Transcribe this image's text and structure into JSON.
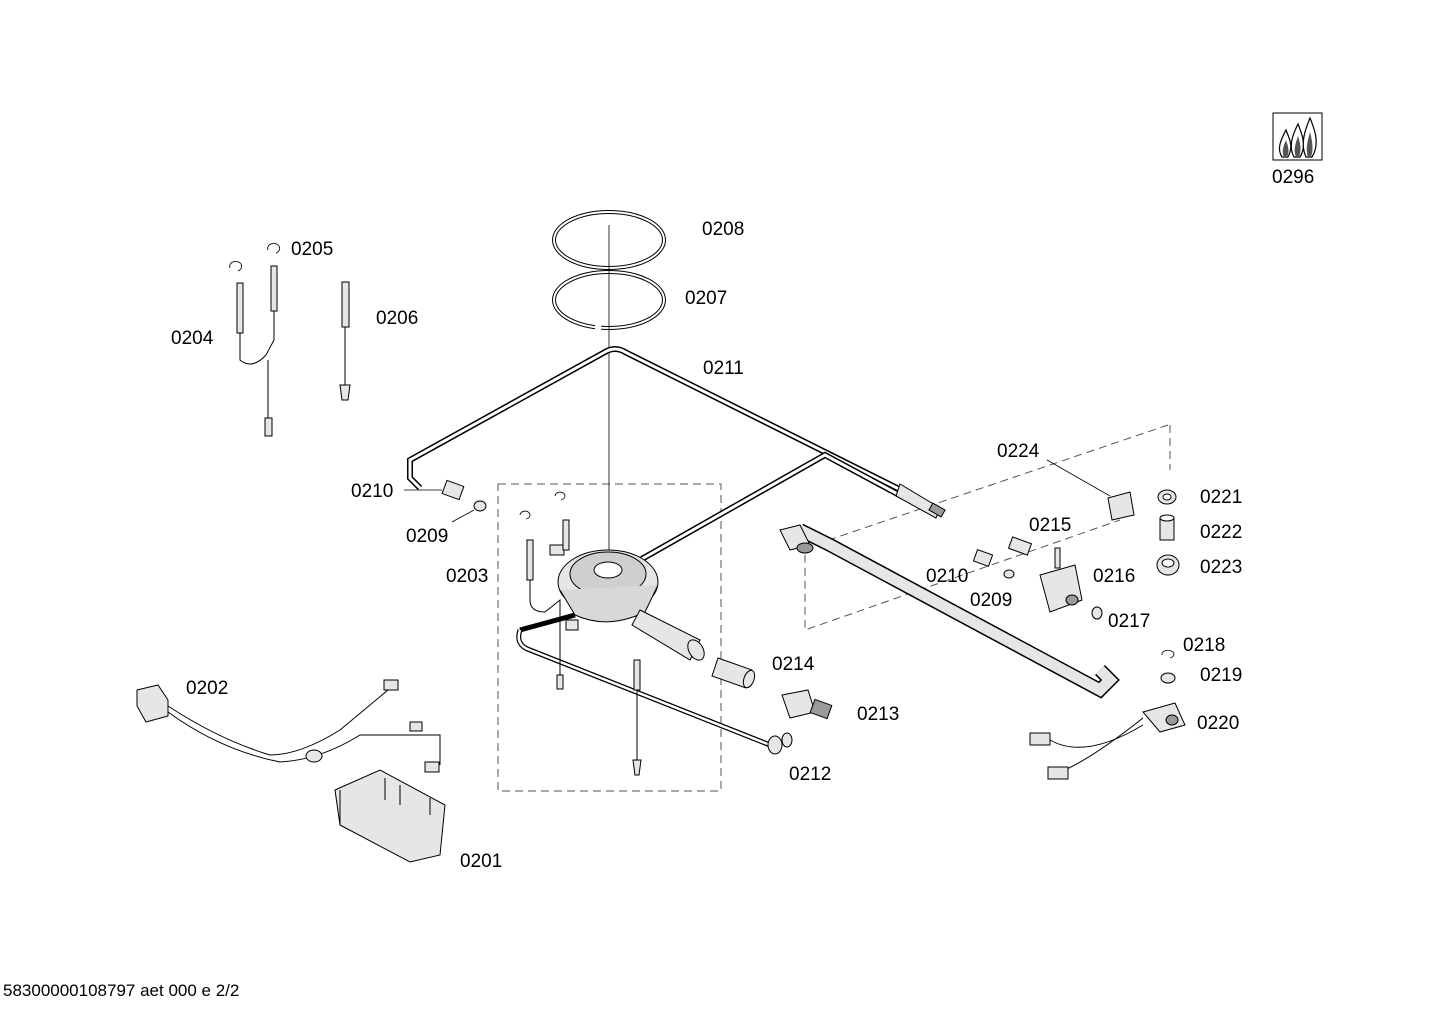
{
  "icon": {
    "name": "gas-flame-icon",
    "code": "0296"
  },
  "labels": {
    "p0201": "0201",
    "p0202": "0202",
    "p0203": "0203",
    "p0204": "0204",
    "p0205": "0205",
    "p0206": "0206",
    "p0207": "0207",
    "p0208": "0208",
    "p0209a": "0209",
    "p0209b": "0209",
    "p0210a": "0210",
    "p0210b": "0210",
    "p0211": "0211",
    "p0212": "0212",
    "p0213": "0213",
    "p0214": "0214",
    "p0215": "0215",
    "p0216": "0216",
    "p0217": "0217",
    "p0218": "0218",
    "p0219": "0219",
    "p0220": "0220",
    "p0221": "0221",
    "p0222": "0222",
    "p0223": "0223",
    "p0224": "0224"
  },
  "footer": "583000001087 97 aet 000 e 2/2",
  "footer_text": "58300000108797 aet 000 e 2/2"
}
